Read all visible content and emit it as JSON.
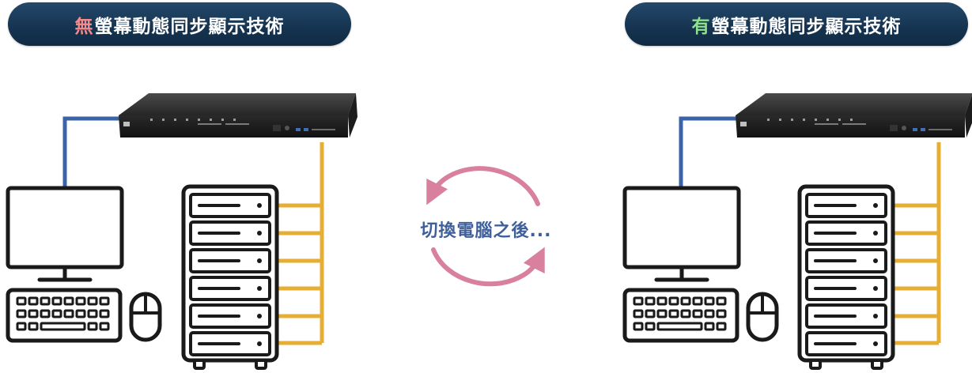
{
  "left_panel": {
    "title_accent": "無",
    "title_rest": "螢幕動態同步顯示技術",
    "accent_color": "#f28b8b"
  },
  "right_panel": {
    "title_accent": "有",
    "title_rest": "螢幕動態同步顯示技術",
    "accent_color": "#8fe08f"
  },
  "center": {
    "label": "切換電腦之後...",
    "label_color": "#3f5f9a",
    "arrow_color": "#d8809e"
  },
  "colors": {
    "pill_bg": "#163552",
    "cable_blue": "#3a63a8",
    "cable_gold": "#e7ae34",
    "outline": "#1a1a1a"
  },
  "icons": [
    "kvm-switch-icon",
    "monitor-icon",
    "keyboard-icon",
    "mouse-icon",
    "server-rack-icon",
    "cycle-arrows-icon"
  ]
}
